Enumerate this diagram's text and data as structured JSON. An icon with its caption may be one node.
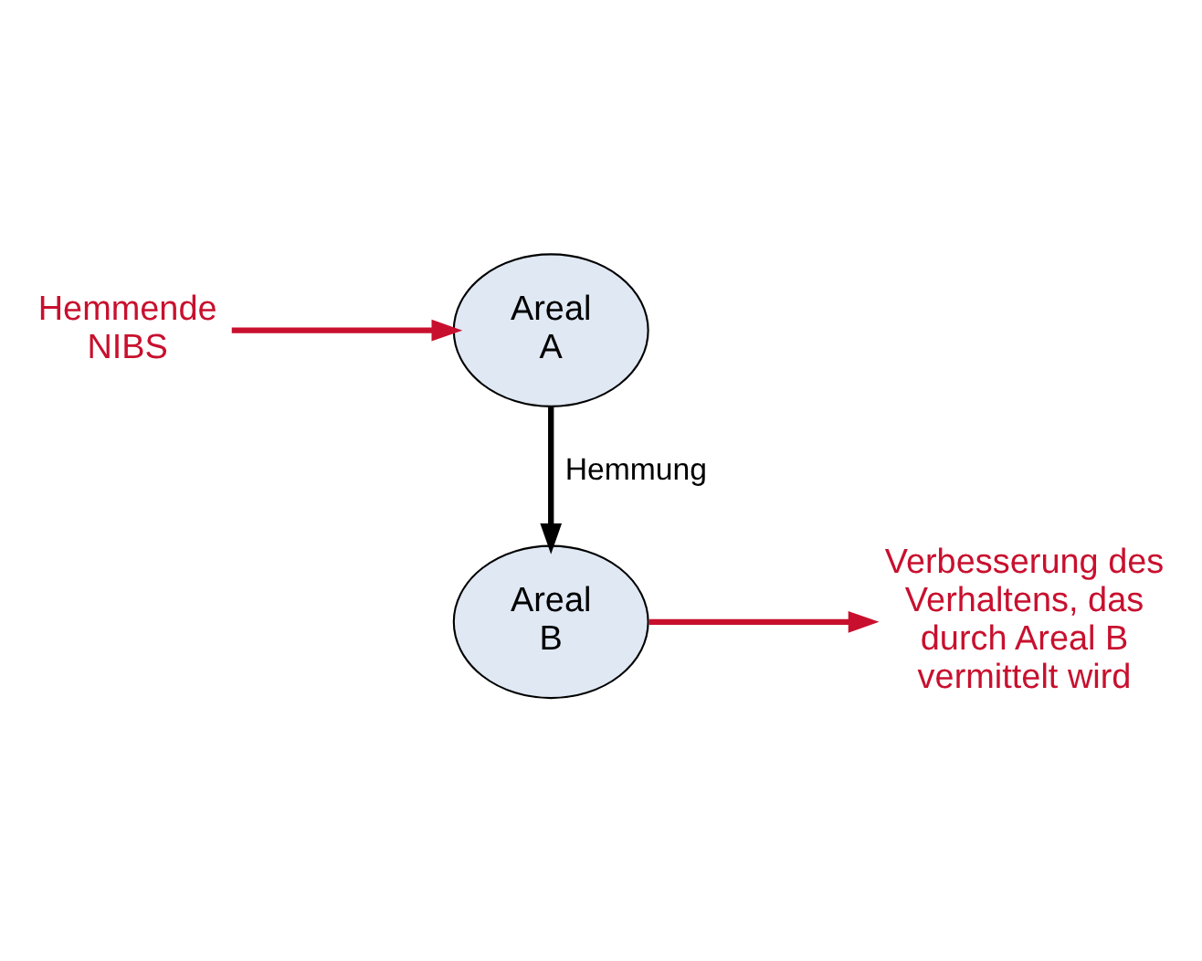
{
  "diagram": {
    "nodes": [
      {
        "text": [
          "Hemmende NIBS"
        ]
      },
      {
        "text": [
          "Areal A"
        ]
      },
      {
        "text": [
          "Areal B"
        ]
      },
      {
        "text": [
          "Verbesserung des Verhaltens, das durch Areal B vermittelt wird"
        ]
      }
    ],
    "edges": [
      {
        "from": 0,
        "to": 1,
        "arrow": "to",
        "color": "#c8102e"
      },
      {
        "from": 1,
        "to": 2,
        "arrow": "to",
        "label": "Hemmung",
        "color": "#000000"
      },
      {
        "from": 2,
        "to": 3,
        "arrow": "to",
        "color": "#c8102e"
      }
    ]
  }
}
